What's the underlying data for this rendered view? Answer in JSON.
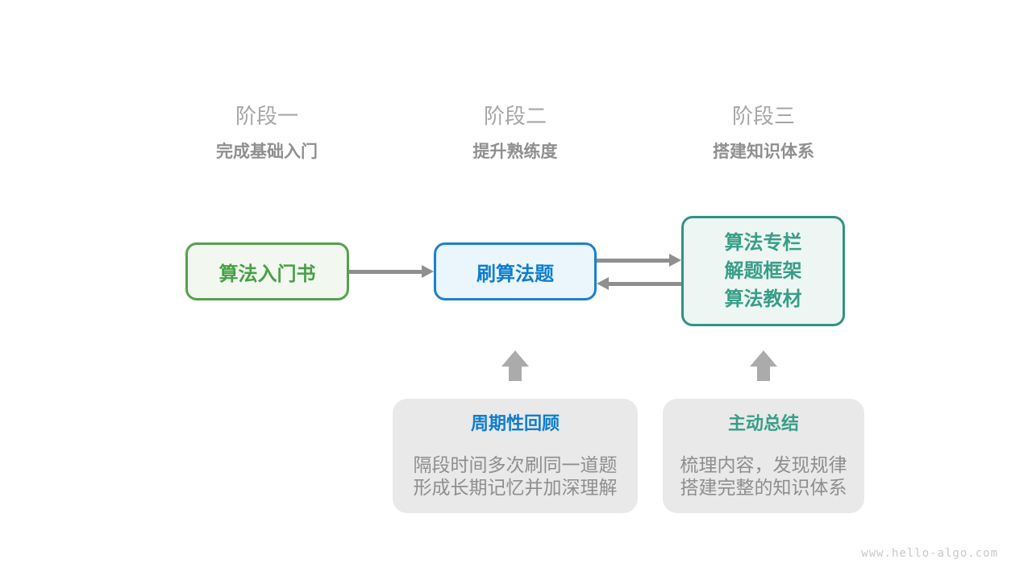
{
  "stages": [
    {
      "label": "阶段一",
      "subtitle": "完成基础入门"
    },
    {
      "label": "阶段二",
      "subtitle": "提升熟练度"
    },
    {
      "label": "阶段三",
      "subtitle": "搭建知识体系"
    }
  ],
  "nodes": {
    "intro_book": {
      "label": "算法入门书"
    },
    "practice_problems": {
      "label": "刷算法题"
    },
    "knowledge_resources": {
      "lines": [
        "算法专栏",
        "解题框架",
        "算法教材"
      ]
    }
  },
  "callouts": {
    "periodic_review": {
      "title": "周期性回顾",
      "lines": [
        "隔段时间多次刷同一道题",
        "形成长期记忆并加深理解"
      ]
    },
    "active_summary": {
      "title": "主动总结",
      "lines": [
        "梳理内容，发现规律",
        "搭建完整的知识体系"
      ]
    }
  },
  "watermark": "www.hello-algo.com",
  "colors": {
    "green-border": "#57A04E",
    "green-text": "#47A046",
    "green-bg": "#F2F8F0",
    "blue-border": "#1E80D0",
    "blue-text": "#0F7DCE",
    "blue-bg": "#EBF5FC",
    "teal-border": "#2F9483",
    "teal-text": "#379E88",
    "teal-bg": "#EEF6F3",
    "arrow-gray": "#8F8F8F",
    "block-arrow-gray": "#ABABAB",
    "callout-bg": "#E9E9E9",
    "callout-text": "#8E8E8E",
    "stage-label": "#A6A6A6",
    "stage-subtitle": "#8F8F8F",
    "watermark": "#C9C9C9"
  }
}
